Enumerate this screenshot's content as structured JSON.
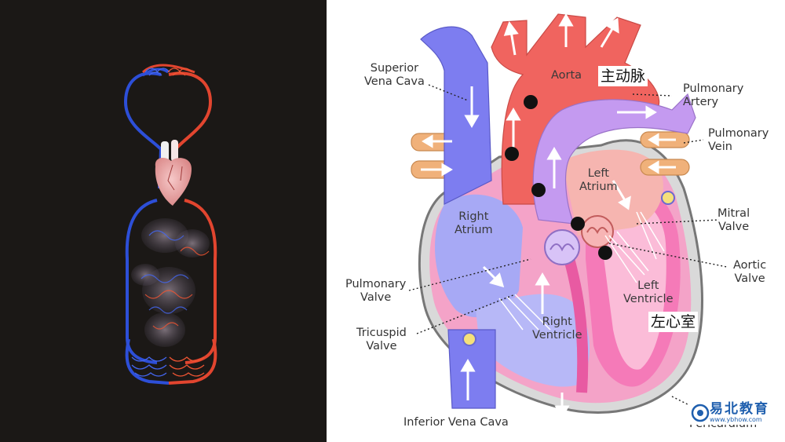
{
  "labels": {
    "superior_vena_cava": [
      "Superior",
      "Vena Cava"
    ],
    "aorta": "Aorta",
    "pulmonary_artery": [
      "Pulmonary",
      "Artery"
    ],
    "pulmonary_vein": [
      "Pulmonary",
      "Vein"
    ],
    "left_atrium": [
      "Left",
      "Atrium"
    ],
    "right_atrium": [
      "Right",
      "Atrium"
    ],
    "mitral_valve": [
      "Mitral",
      "Valve"
    ],
    "aortic_valve": [
      "Aortic",
      "Valve"
    ],
    "pulmonary_valve": [
      "Pulmonary",
      "Valve"
    ],
    "left_ventricle": [
      "Left",
      "Ventricle"
    ],
    "right_ventricle": [
      "Right",
      "Ventricle"
    ],
    "tricuspid_valve": [
      "Tricuspid",
      "Valve"
    ],
    "inferior_vena_cava": "Inferior Vena Cava",
    "pericardium": "Pericardium"
  },
  "annotations": {
    "aorta_cn": "主动脉",
    "left_ventricle_cn": "左心室"
  },
  "watermark": {
    "name": "易北教育",
    "url": "www.ybhow.com"
  },
  "colors": {
    "venous_blue": "#7d7df0",
    "arterial_red": "#f0645f",
    "pulmonary_purple": "#c49af0",
    "vein_tan": "#f0b17a",
    "heart_pink": "#f57ab8",
    "background_dark": "#1b1816"
  }
}
